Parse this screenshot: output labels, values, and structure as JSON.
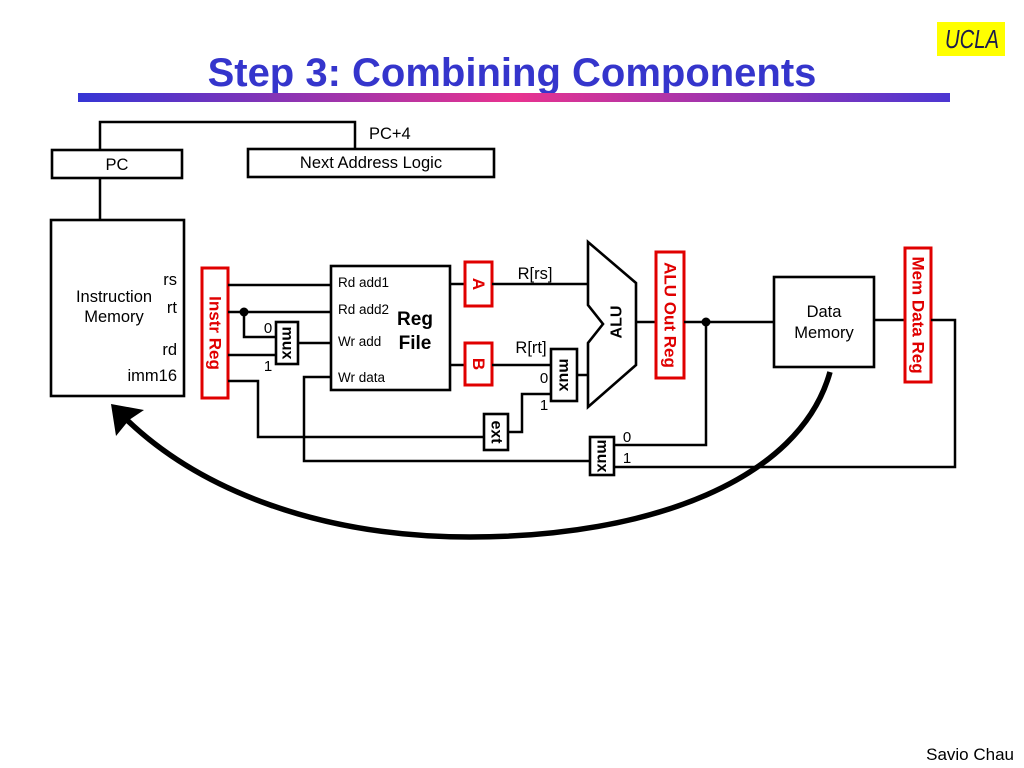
{
  "logo": {
    "text": "UCLA"
  },
  "title": "Step 3: Combining Components",
  "colors": {
    "title": "#3535cc",
    "logo_bg": "#ffff00",
    "logo_text": "#1c1c4c",
    "register": "#e00000",
    "ink": "#000000",
    "rule_start": "#3535d5",
    "rule_mid": "#e8338f",
    "rule_end": "#4c36d2"
  },
  "diagram": {
    "pc_plus_4_label": "PC+4",
    "pc": "PC",
    "next_address_logic": "Next Address Logic",
    "instruction_memory": {
      "name_line1": "Instruction",
      "name_line2": "Memory",
      "port_rs": "rs",
      "port_rt": "rt",
      "port_rd": "rd",
      "port_imm16": "imm16"
    },
    "instr_reg": "Instr Reg",
    "wr_add_mux": {
      "label": "mux",
      "input0": "0",
      "input1": "1"
    },
    "reg_file": {
      "name_line1": "Reg",
      "name_line2": "File",
      "rd_add1": "Rd add1",
      "rd_add2": "Rd add2",
      "wr_add": "Wr add",
      "wr_data": "Wr data"
    },
    "reg_a": "A",
    "reg_b": "B",
    "bus_rs_label": "R[rs]",
    "bus_rt_label": "R[rt]",
    "ext": "ext",
    "alu_input_mux": {
      "label": "mux",
      "input0": "0",
      "input1": "1"
    },
    "alu": "ALU",
    "alu_out_reg": "ALU Out Reg",
    "data_memory": {
      "name_line1": "Data",
      "name_line2": "Memory"
    },
    "mem_data_reg": "Mem Data Reg",
    "wr_data_mux": {
      "label": "mux",
      "input0": "0",
      "input1": "1"
    }
  },
  "footer": {
    "author": "Savio Chau"
  }
}
